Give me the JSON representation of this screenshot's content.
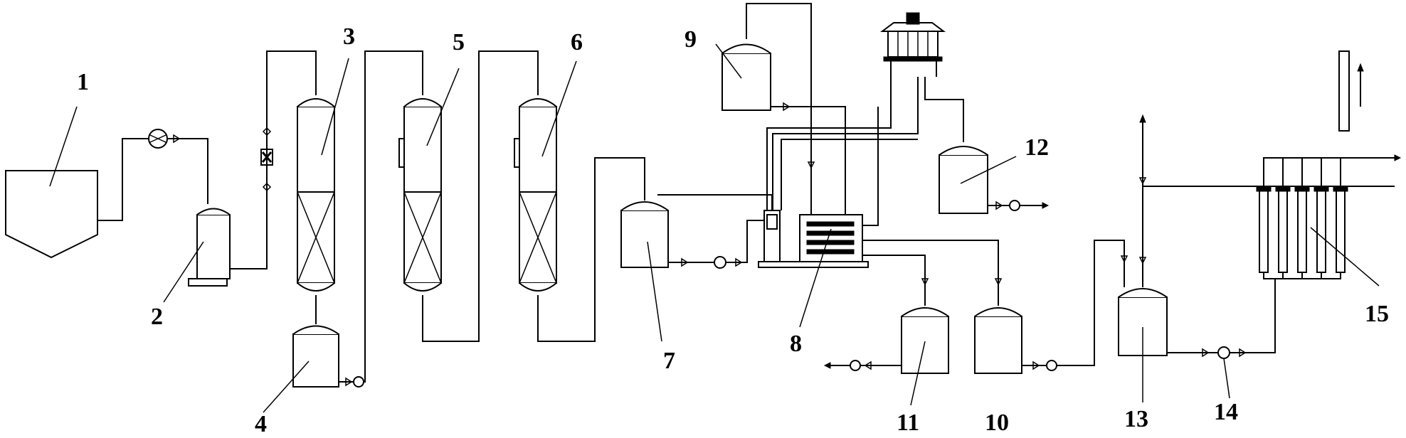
{
  "labels": [
    "1",
    "2",
    "3",
    "4",
    "5",
    "6",
    "7",
    "8",
    "9",
    "10",
    "11",
    "12",
    "13",
    "14",
    "15"
  ],
  "colors": {
    "line": "#000000",
    "background": "#ffffff"
  }
}
